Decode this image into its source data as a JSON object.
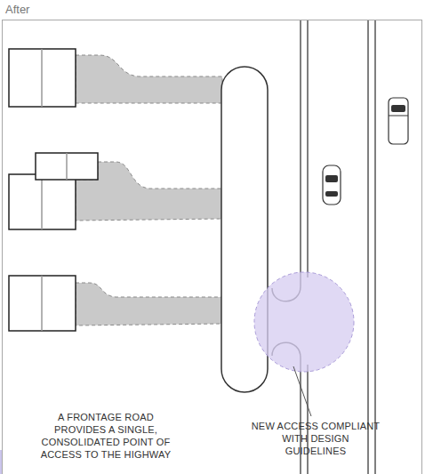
{
  "diagram": {
    "title": "After",
    "labels": [
      "A FRONTAGE ROAD PROVIDES A SINGLE, CONSOLIDATED POINT OF ACCESS TO THE HIGHWAY",
      "NEW ACCESS COMPLIANT WITH DESIGN GUIDELINES"
    ]
  }
}
